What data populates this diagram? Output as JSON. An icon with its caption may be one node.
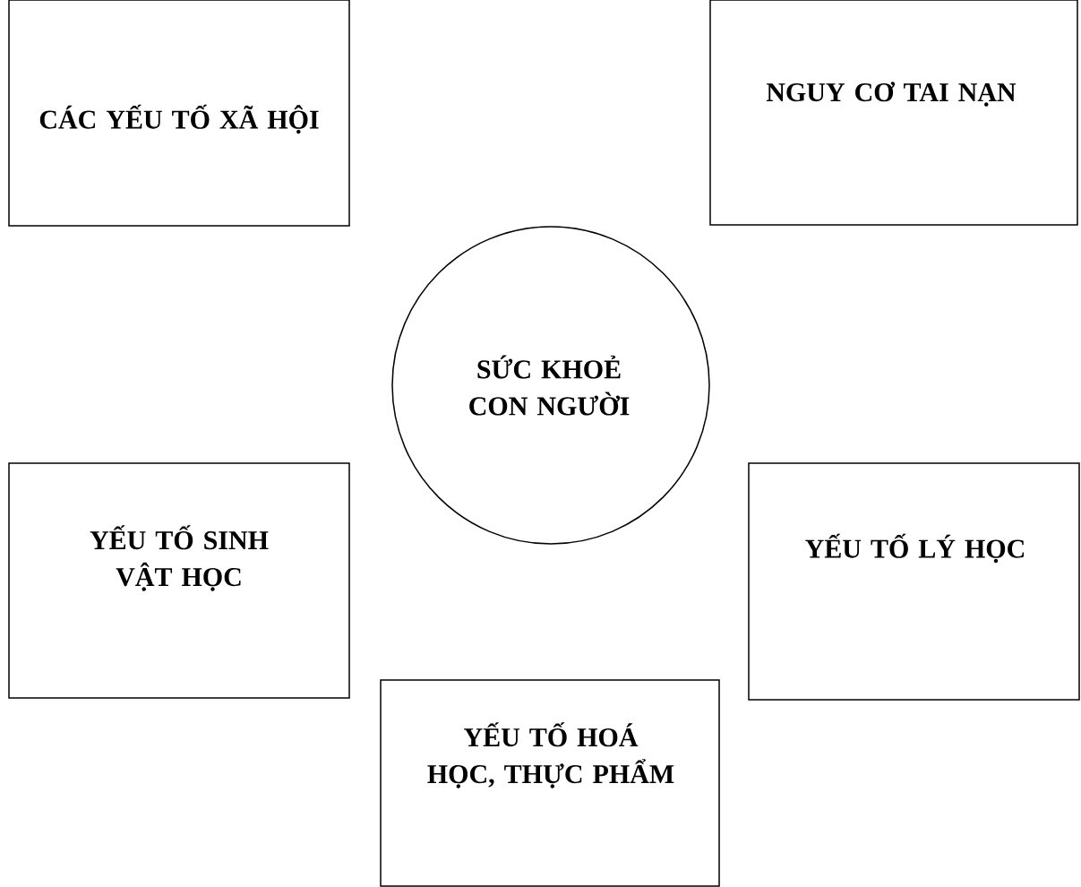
{
  "diagram": {
    "nodes": [
      {
        "text": [
          "CÁC YẾU TỐ XÃ HỘI"
        ]
      },
      {
        "text": [
          "NGUY CƠ TAI NẠN"
        ]
      },
      {
        "text": [
          "SỨC KHOẺ CON NGƯỜI"
        ]
      },
      {
        "text": [
          "YẾU TỐ SINH VẬT HỌC"
        ]
      },
      {
        "text": [
          "YẾU TỐ LÝ HỌC"
        ]
      },
      {
        "text": [
          "YẾU TỐ HOÁ HỌC, THỰC PHẨM"
        ]
      }
    ]
  }
}
